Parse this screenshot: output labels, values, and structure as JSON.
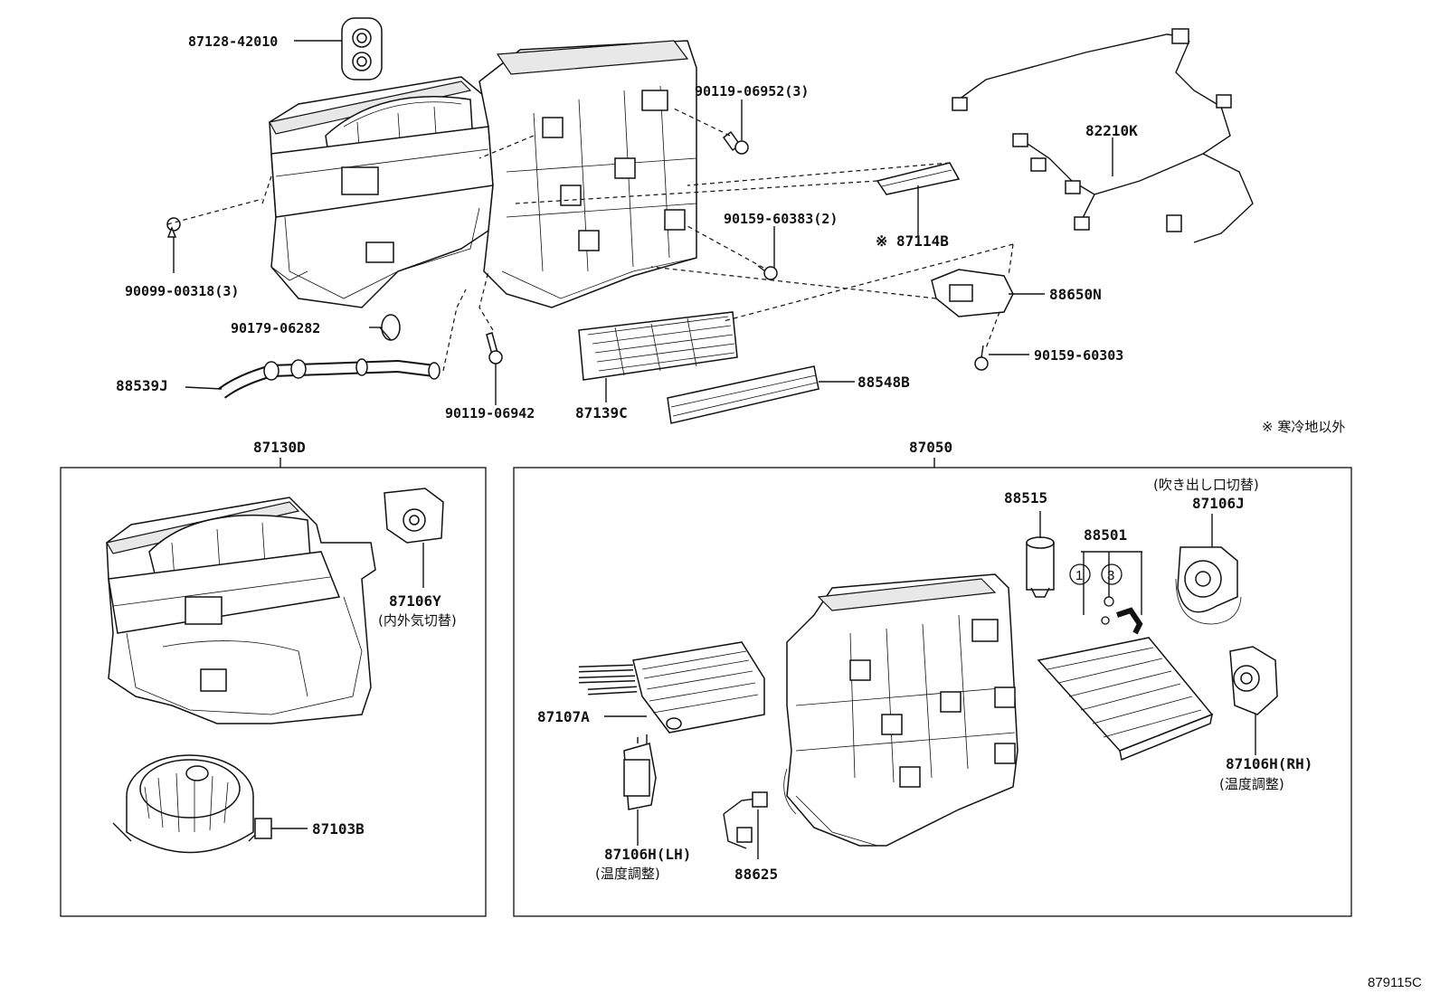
{
  "parts": {
    "p87128": "87128-42010",
    "p90119_06952": "90119-06952(3)",
    "p82210K": "82210K",
    "p90159_60383": "90159-60383(2)",
    "p87114B": "※ 87114B",
    "p90099": "90099-00318(3)",
    "p88650N": "88650N",
    "p90179": "90179-06282",
    "p90159_60303": "90159-60303",
    "p88539J": "88539J",
    "p88548B": "88548B",
    "p90119_06942": "90119-06942",
    "p87139C": "87139C",
    "p87130D": "87130D",
    "p87050": "87050",
    "p87106Y": "87106Y",
    "p87106Y_note": "(内外気切替)",
    "p87103B": "87103B",
    "p88515": "88515",
    "p88501": "88501",
    "p87106J": "87106J",
    "p87106J_note": "(吹き出し口切替)",
    "p87107A": "87107A",
    "p87106H_LH": "87106H(LH)",
    "p87106H_LH_note": "(温度調整)",
    "p88625": "88625",
    "p87106H_RH": "87106H(RH)",
    "p87106H_RH_note": "(温度調整)",
    "circle1": "1",
    "circle3": "3"
  },
  "note": "※ 寒冷地以外",
  "figure_code": "879115C"
}
